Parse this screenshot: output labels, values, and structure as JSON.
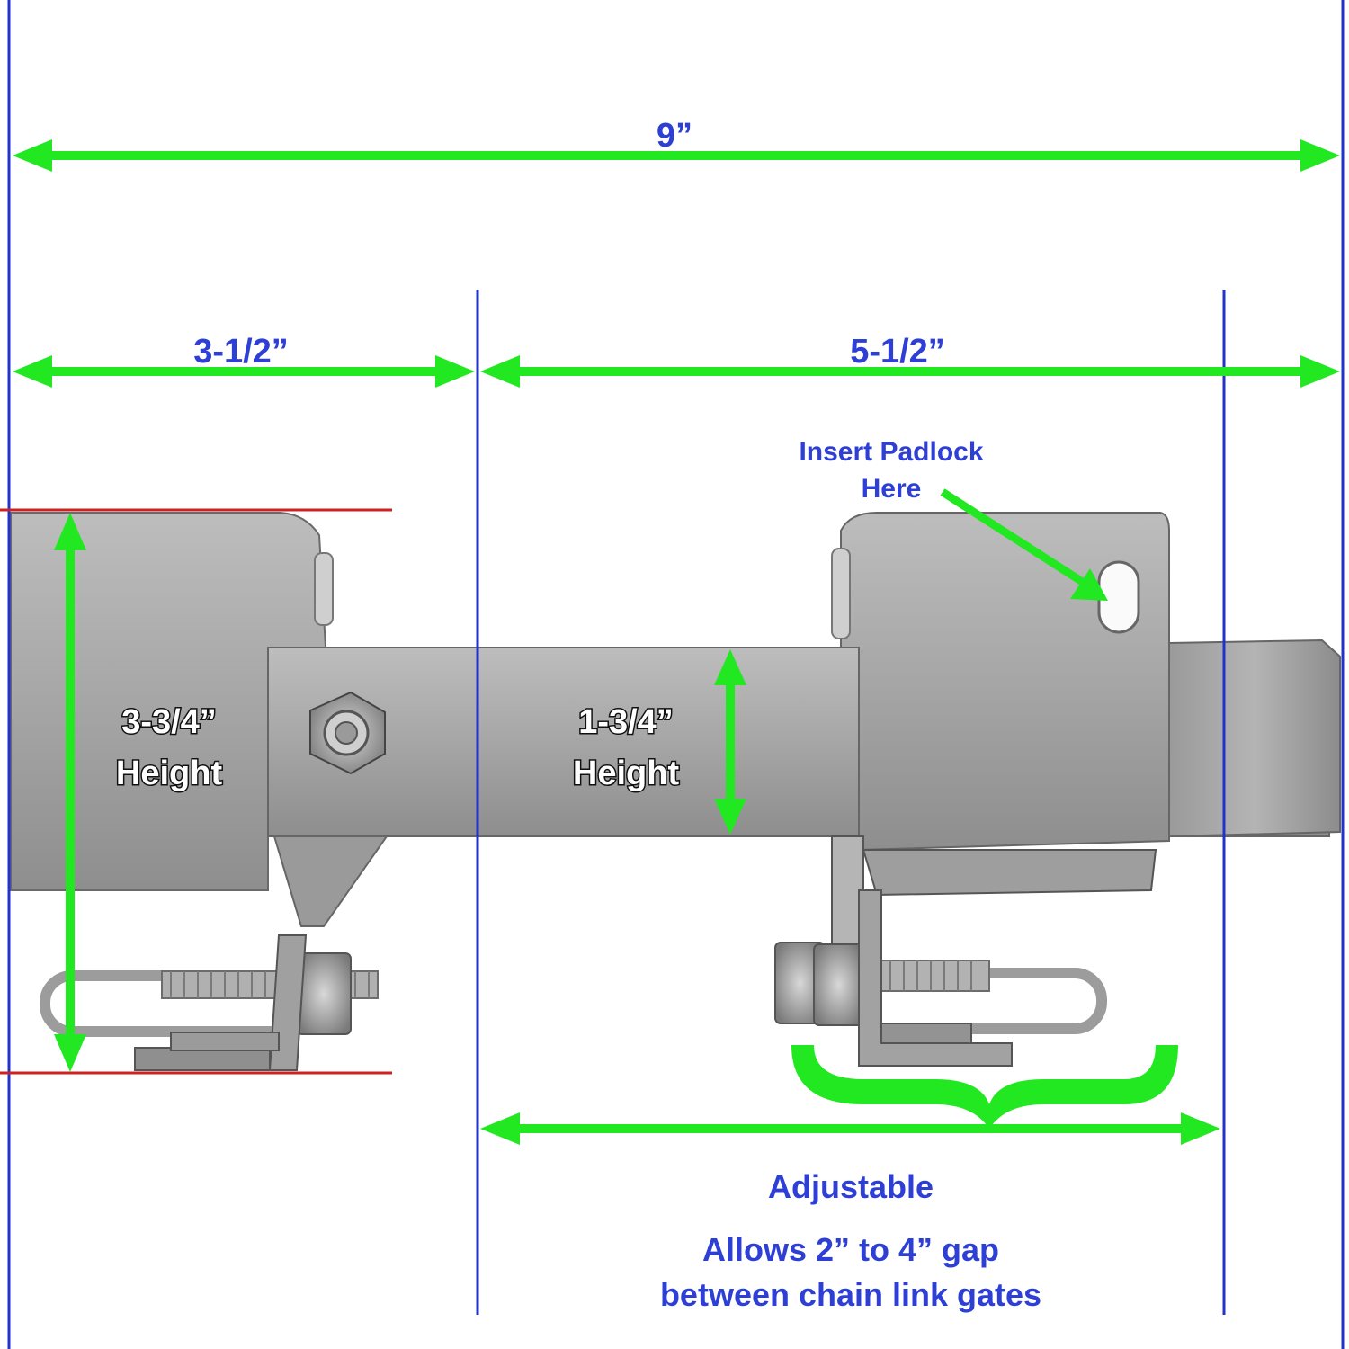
{
  "labels": {
    "total_width": "9”",
    "left_width": "3-1/2”",
    "right_width": "5-1/2”",
    "tall_height_value": "3-3/4”",
    "tall_height_word": "Height",
    "bar_height_value": "1-3/4”",
    "bar_height_word": "Height",
    "padlock_line1": "Insert Padlock",
    "padlock_line2": "Here",
    "adjustable": "Adjustable",
    "gap_line1": "Allows 2” to 4” gap",
    "gap_line2": "between chain link gates"
  },
  "colors": {
    "dimension_arrow": "#22e822",
    "guide_line": "#2233cc",
    "height_marker": "#cc2222",
    "label_text": "#2e3fd6",
    "metal": "#a8a8a8"
  }
}
